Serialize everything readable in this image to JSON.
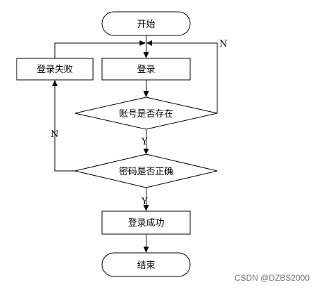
{
  "flowchart": {
    "start": "开始",
    "login": "登录",
    "login_failed": "登录失败",
    "account_exists": "账号是否存在",
    "password_correct": "密码是否正确",
    "login_success": "登录成功",
    "end": "结束",
    "branch_n_account": "N",
    "branch_y_account": "Y",
    "branch_n_password": "N",
    "branch_y_password": "Y"
  },
  "watermark": "CSDN @DZBS2000"
}
